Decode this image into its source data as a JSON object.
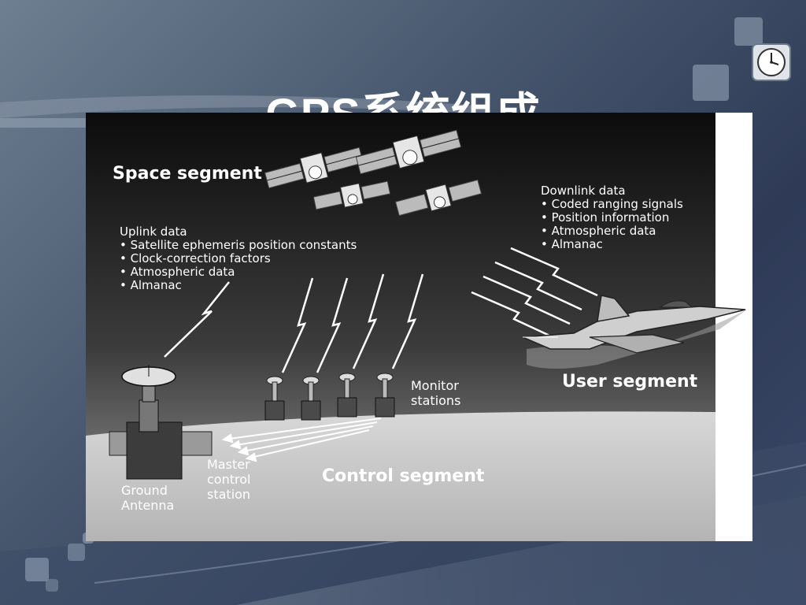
{
  "slide": {
    "title": "GPS系统组成"
  },
  "diagram": {
    "space_segment": {
      "title": "Space segment"
    },
    "uplink": {
      "title": "Uplink data",
      "items": [
        "• Satellite ephemeris position constants",
        "• Clock-correction factors",
        "• Atmospheric data",
        "• Almanac"
      ]
    },
    "downlink": {
      "title": "Downlink data",
      "items": [
        "• Coded ranging signals",
        "• Position information",
        "• Atmospheric data",
        "• Almanac"
      ]
    },
    "user_segment": {
      "title": "User segment"
    },
    "monitor_stations": {
      "lines": [
        "Monitor",
        "stations"
      ]
    },
    "master_control": {
      "lines": [
        "Master",
        "control",
        "station"
      ]
    },
    "ground_antenna": {
      "lines": [
        "Ground",
        "Antenna"
      ]
    },
    "control_segment": {
      "title": "Control segment"
    }
  },
  "colors": {
    "diagram_top": "#0c0c0c",
    "diagram_bottom": "#a8a8a8",
    "earth": "#c4c4c4",
    "accent_square": "#aab6c8"
  },
  "icons": [
    "satellite-icon",
    "jet-aircraft-icon",
    "ground-antenna-icon",
    "monitor-station-icon",
    "clock-icon"
  ]
}
